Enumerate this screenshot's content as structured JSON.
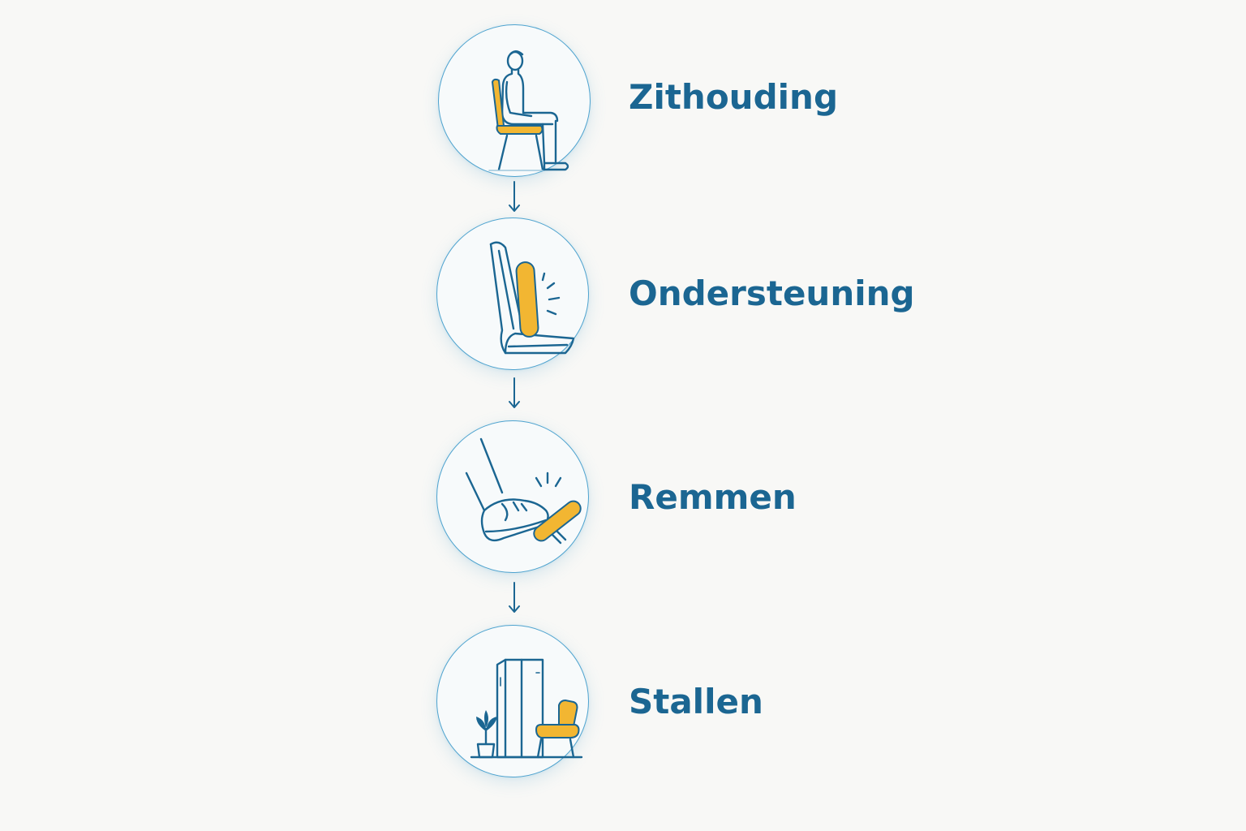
{
  "steps": [
    {
      "label": "Zithouding",
      "icon": "seated-person-icon"
    },
    {
      "label": "Ondersteuning",
      "icon": "seat-lumbar-support-icon"
    },
    {
      "label": "Remmen",
      "icon": "foot-on-brake-pedal-icon"
    },
    {
      "label": "Stallen",
      "icon": "storage-room-icon"
    }
  ],
  "colors": {
    "line": "#1b6692",
    "circle_border": "#4ea3cf",
    "accent": "#f2b632",
    "label": "#1b6692",
    "background": "#f8f8f6"
  }
}
